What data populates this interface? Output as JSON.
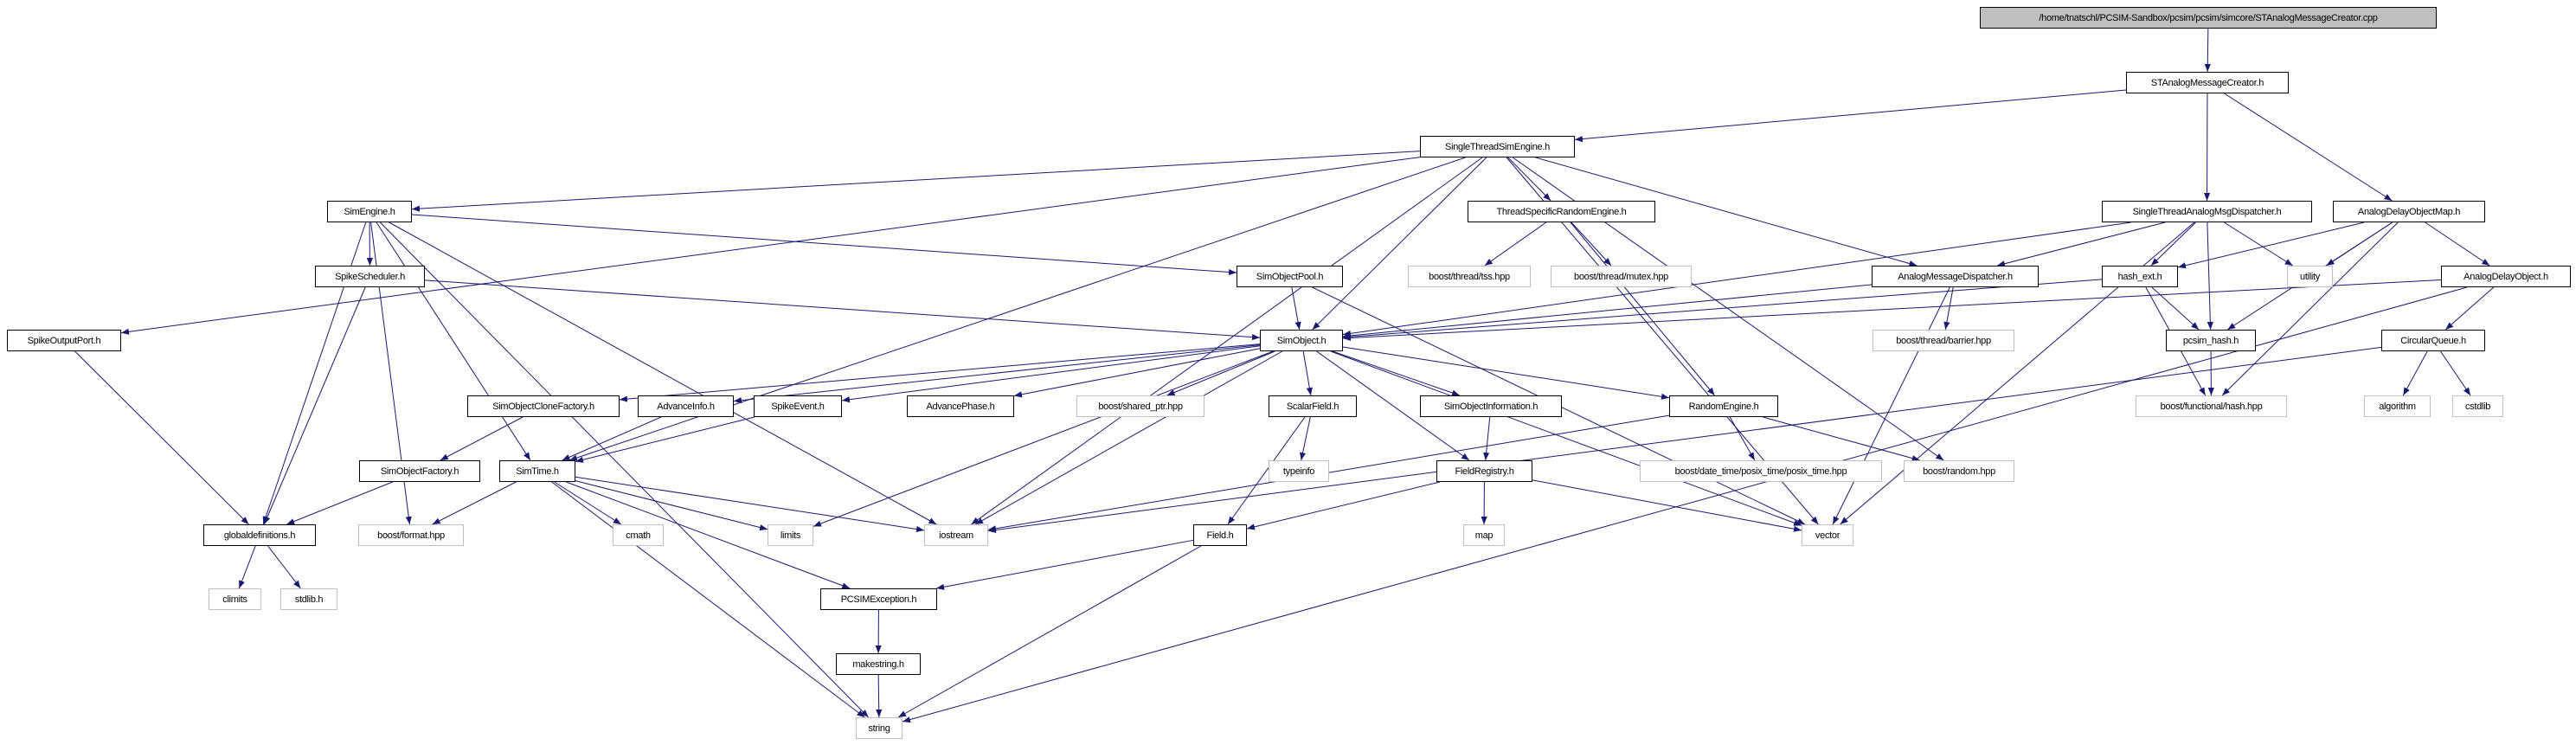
{
  "graph": {
    "type": "include-dependency-graph",
    "edge_color": "#191970",
    "root_fill": "#bfbfbf",
    "external_border": "#bfbfbf",
    "nodes": [
      {
        "label": "/home/tnatschl/PCSIM-Sandbox/pcsim/pcsim/simcore/STAnalogMessageCreator.cpp",
        "kind": "root"
      },
      {
        "label": "STAnalogMessageCreator.h",
        "kind": "doc"
      },
      {
        "label": "SingleThreadSimEngine.h",
        "kind": "doc"
      },
      {
        "label": "SimEngine.h",
        "kind": "doc"
      },
      {
        "label": "ThreadSpecificRandomEngine.h",
        "kind": "doc"
      },
      {
        "label": "SingleThreadAnalogMsgDispatcher.h",
        "kind": "doc"
      },
      {
        "label": "AnalogDelayObjectMap.h",
        "kind": "doc"
      },
      {
        "label": "SpikeScheduler.h",
        "kind": "doc"
      },
      {
        "label": "SimObjectPool.h",
        "kind": "doc"
      },
      {
        "label": "boost/thread/tss.hpp",
        "kind": "ext"
      },
      {
        "label": "boost/thread/mutex.hpp",
        "kind": "ext"
      },
      {
        "label": "AnalogMessageDispatcher.h",
        "kind": "doc"
      },
      {
        "label": "hash_ext.h",
        "kind": "doc"
      },
      {
        "label": "utility",
        "kind": "ext"
      },
      {
        "label": "AnalogDelayObject.h",
        "kind": "doc"
      },
      {
        "label": "SpikeOutputPort.h",
        "kind": "doc"
      },
      {
        "label": "SimObject.h",
        "kind": "doc"
      },
      {
        "label": "boost/thread/barrier.hpp",
        "kind": "ext"
      },
      {
        "label": "pcsim_hash.h",
        "kind": "doc"
      },
      {
        "label": "CircularQueue.h",
        "kind": "doc"
      },
      {
        "label": "SimObjectCloneFactory.h",
        "kind": "doc"
      },
      {
        "label": "AdvanceInfo.h",
        "kind": "doc"
      },
      {
        "label": "SpikeEvent.h",
        "kind": "doc"
      },
      {
        "label": "AdvancePhase.h",
        "kind": "doc"
      },
      {
        "label": "boost/shared_ptr.hpp",
        "kind": "ext"
      },
      {
        "label": "ScalarField.h",
        "kind": "doc"
      },
      {
        "label": "SimObjectInformation.h",
        "kind": "doc"
      },
      {
        "label": "RandomEngine.h",
        "kind": "doc"
      },
      {
        "label": "boost/functional/hash.hpp",
        "kind": "ext"
      },
      {
        "label": "algorithm",
        "kind": "ext"
      },
      {
        "label": "cstdlib",
        "kind": "ext"
      },
      {
        "label": "SimObjectFactory.h",
        "kind": "doc"
      },
      {
        "label": "SimTime.h",
        "kind": "doc"
      },
      {
        "label": "typeinfo",
        "kind": "ext"
      },
      {
        "label": "FieldRegistry.h",
        "kind": "doc"
      },
      {
        "label": "boost/date_time/posix_time/posix_time.hpp",
        "kind": "ext"
      },
      {
        "label": "boost/random.hpp",
        "kind": "ext"
      },
      {
        "label": "globaldefinitions.h",
        "kind": "doc"
      },
      {
        "label": "boost/format.hpp",
        "kind": "ext"
      },
      {
        "label": "cmath",
        "kind": "ext"
      },
      {
        "label": "limits",
        "kind": "ext"
      },
      {
        "label": "iostream",
        "kind": "ext"
      },
      {
        "label": "Field.h",
        "kind": "doc"
      },
      {
        "label": "map",
        "kind": "ext"
      },
      {
        "label": "vector",
        "kind": "ext"
      },
      {
        "label": "climits",
        "kind": "ext"
      },
      {
        "label": "stdlib.h",
        "kind": "ext"
      },
      {
        "label": "PCSIMException.h",
        "kind": "doc"
      },
      {
        "label": "makestring.h",
        "kind": "doc"
      },
      {
        "label": "string",
        "kind": "ext"
      }
    ],
    "edges": [
      [
        0,
        1
      ],
      [
        1,
        2
      ],
      [
        1,
        5
      ],
      [
        1,
        6
      ],
      [
        2,
        3
      ],
      [
        2,
        15
      ],
      [
        2,
        32
      ],
      [
        2,
        16
      ],
      [
        2,
        4
      ],
      [
        2,
        11
      ],
      [
        2,
        36
      ],
      [
        2,
        44
      ],
      [
        2,
        41
      ],
      [
        3,
        7
      ],
      [
        3,
        8
      ],
      [
        3,
        37
      ],
      [
        3,
        38
      ],
      [
        3,
        41
      ],
      [
        3,
        49
      ],
      [
        3,
        32
      ],
      [
        7,
        16
      ],
      [
        7,
        37
      ],
      [
        15,
        37
      ],
      [
        8,
        16
      ],
      [
        8,
        44
      ],
      [
        4,
        9
      ],
      [
        4,
        10
      ],
      [
        4,
        27
      ],
      [
        5,
        16
      ],
      [
        5,
        11
      ],
      [
        5,
        12
      ],
      [
        5,
        18
      ],
      [
        5,
        13
      ],
      [
        5,
        44
      ],
      [
        6,
        12
      ],
      [
        6,
        13
      ],
      [
        6,
        18
      ],
      [
        6,
        14
      ],
      [
        6,
        28
      ],
      [
        11,
        17
      ],
      [
        11,
        16
      ],
      [
        11,
        44
      ],
      [
        12,
        16
      ],
      [
        12,
        18
      ],
      [
        12,
        28
      ],
      [
        14,
        16
      ],
      [
        14,
        19
      ],
      [
        14,
        49
      ],
      [
        18,
        28
      ],
      [
        19,
        41
      ],
      [
        19,
        29
      ],
      [
        19,
        30
      ],
      [
        16,
        20
      ],
      [
        16,
        21
      ],
      [
        16,
        22
      ],
      [
        16,
        23
      ],
      [
        16,
        24
      ],
      [
        16,
        25
      ],
      [
        16,
        26
      ],
      [
        16,
        27
      ],
      [
        16,
        34
      ],
      [
        16,
        41
      ],
      [
        16,
        40
      ],
      [
        16,
        44
      ],
      [
        20,
        31
      ],
      [
        21,
        32
      ],
      [
        22,
        32
      ],
      [
        31,
        37
      ],
      [
        32,
        38
      ],
      [
        32,
        39
      ],
      [
        32,
        40
      ],
      [
        32,
        41
      ],
      [
        32,
        47
      ],
      [
        32,
        49
      ],
      [
        25,
        33
      ],
      [
        25,
        42
      ],
      [
        26,
        34
      ],
      [
        27,
        35
      ],
      [
        27,
        36
      ],
      [
        27,
        41
      ],
      [
        34,
        42
      ],
      [
        34,
        43
      ],
      [
        34,
        44
      ],
      [
        42,
        47
      ],
      [
        42,
        49
      ],
      [
        37,
        45
      ],
      [
        37,
        46
      ],
      [
        47,
        48
      ],
      [
        48,
        49
      ]
    ]
  }
}
